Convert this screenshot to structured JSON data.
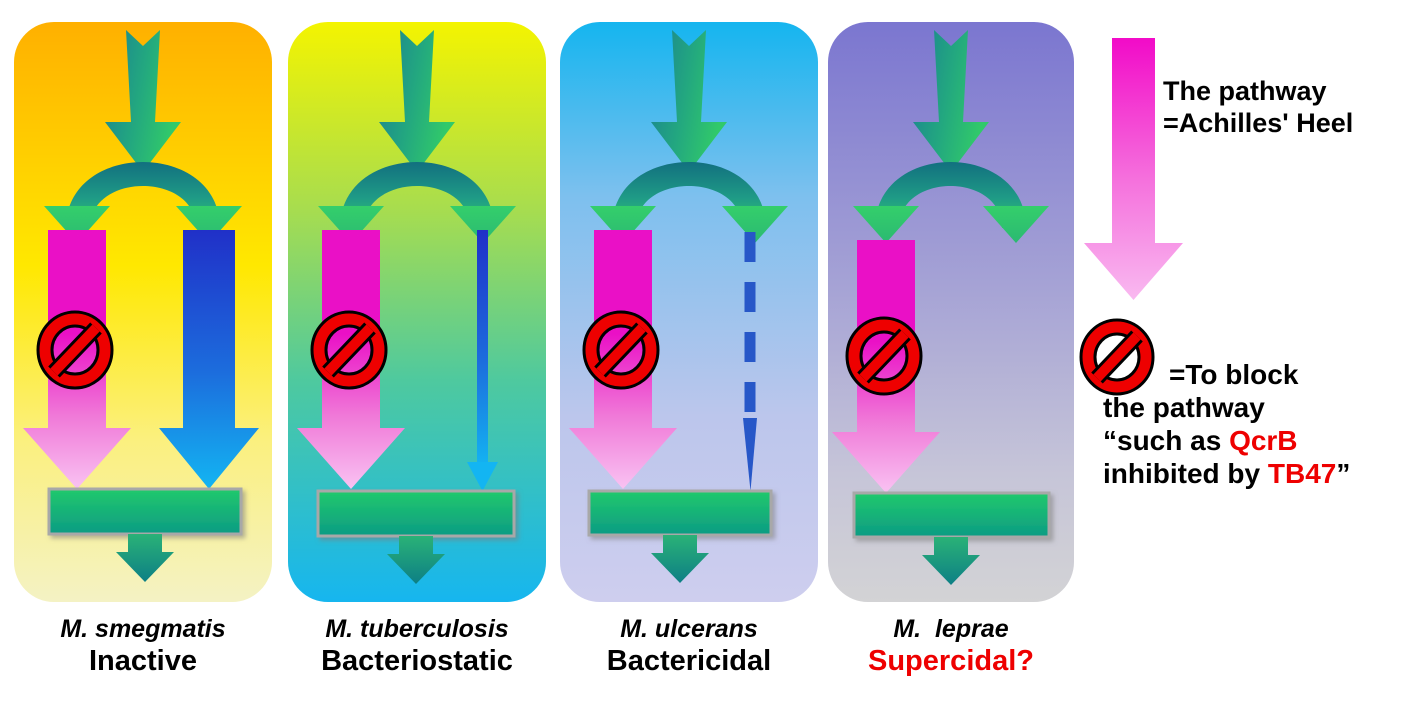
{
  "figure": {
    "type": "scientific-schematic",
    "title_present": false,
    "panel_count": 4
  },
  "panels": [
    {
      "id": "panel-smegmatis",
      "species": "M. smegmatis",
      "effect": "Inactive",
      "effect_color": "#000000",
      "background_gradient": [
        "#ffb000",
        "#ffe600",
        "#f2f0b8"
      ],
      "blocked_branch": {
        "style": "thick-arrow",
        "color_top": "#e812c4",
        "color_bottom": "#f5a9e8",
        "blocked": true
      },
      "alternate_branch": {
        "style": "thick-arrow",
        "color_top": "#2030c8",
        "color_bottom": "#14b4f0",
        "reaches_target": true
      }
    },
    {
      "id": "panel-tuberculosis",
      "species": "M. tuberculosis",
      "effect": "Bacteriostatic",
      "effect_color": "#000000",
      "background_gradient": [
        "#f0f000",
        "#8ed661",
        "#17b6e8"
      ],
      "blocked_branch": {
        "style": "thick-arrow",
        "color_top": "#e812c4",
        "color_bottom": "#f5a9e8",
        "blocked": true
      },
      "alternate_branch": {
        "style": "thin-arrow",
        "color_top": "#2030c8",
        "color_bottom": "#14b4f0",
        "reaches_target": true
      }
    },
    {
      "id": "panel-ulcerans",
      "species": "M. ulcerans",
      "effect": "Bactericidal",
      "effect_color": "#000000",
      "background_gradient": [
        "#16b4ee",
        "#9fc6e8",
        "#cdcdee"
      ],
      "blocked_branch": {
        "style": "thick-arrow",
        "color_top": "#e812c4",
        "color_bottom": "#f5a9e8",
        "blocked": true
      },
      "alternate_branch": {
        "style": "dashed-thin-arrow",
        "color_top": "#2757c8",
        "color_bottom": "#2757c8",
        "reaches_target": true
      }
    },
    {
      "id": "panel-leprae",
      "species": "M.  leprae",
      "effect": "Supercidal?",
      "effect_color": "#ee0000",
      "background_gradient": [
        "#7b76d0",
        "#b3b0d8",
        "#d2d2d4"
      ],
      "blocked_branch": {
        "style": "thick-arrow",
        "color_top": "#e812c4",
        "color_bottom": "#f5a9e8",
        "blocked": true
      },
      "alternate_branch": {
        "style": "none",
        "reaches_target": false
      }
    }
  ],
  "legend": {
    "pathway_arrow": {
      "label": "The pathway\n=Achilles' Heel",
      "color_top": "#f20bc8",
      "color_bottom": "#f7b3ee"
    },
    "block_icon": {
      "name": "prohibition-sign",
      "ring_color": "#ee0000",
      "outline_color": "#000000",
      "line1": "=To block",
      "line2": "the pathway",
      "line3_prefix": "“such as ",
      "line3_highlight": "QcrB",
      "line4_prefix": "inhibited by ",
      "line4_highlight": "TB47",
      "line4_suffix": "”"
    }
  },
  "colors": {
    "green_arrow_light": "#2fc46e",
    "green_arrow_dark": "#137f8c",
    "target_box_top": "#1fc46b",
    "target_box_bottom": "#0e9c82",
    "box_border": "#a8a8a8",
    "blocked_magenta": "#e812c4",
    "blocked_pink": "#f5a9e8",
    "alt_blue_dark": "#2030c8",
    "alt_blue_light": "#14b4f0",
    "highlight_red": "#ee0000"
  }
}
